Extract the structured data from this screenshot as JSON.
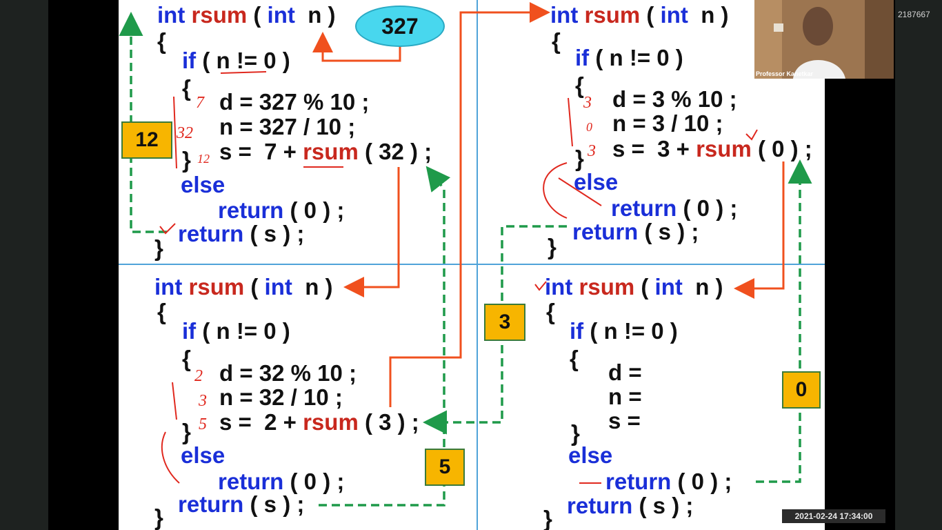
{
  "meeting": {
    "id": "2187667",
    "presenter": "Professor Kanetkar",
    "timestamp": "2021-02-24 17:34:00"
  },
  "slide": {
    "panel_tl": {
      "l1_kw": "int",
      "l1_fn": "rsum",
      "l1_rest": " ( ",
      "l1_kw2": "int",
      "l1_end": "  n )",
      "l2": "{",
      "l3_kw": "if",
      "l3_rest": " ( n != 0 )",
      "l4": "{",
      "l5": "d = 327 % 10 ;",
      "l6": "n = 327 / 10 ;",
      "l7_pre": "s =  7 + ",
      "l7_fn": "rsum",
      "l7_post": " ( 32 ) ;",
      "l8": "}",
      "l9_kw": "else",
      "l10_kw": "return",
      "l10_rest": " ( 0 ) ;",
      "l11_kw": "return",
      "l11_rest": " ( s ) ;",
      "l12": "}"
    },
    "panel_tr": {
      "l1_kw": "int",
      "l1_fn": "rsum",
      "l1_rest": " ( ",
      "l1_kw2": "int",
      "l1_end": "  n )",
      "l2": "{",
      "l3_kw": "if",
      "l3_rest": " ( n != 0 )",
      "l4": "{",
      "l5": "d = 3 % 10 ;",
      "l6": "n = 3 / 10 ;",
      "l7_pre": "s =  3 + ",
      "l7_fn": "rsum",
      "l7_post": " ( 0 ) ;",
      "l8": "}",
      "l9_kw": "else",
      "l10_kw": "return",
      "l10_rest": " ( 0 ) ;",
      "l11_kw": "return",
      "l11_rest": " ( s ) ;",
      "l12": "}"
    },
    "panel_bl": {
      "l1_kw": "int",
      "l1_fn": "rsum",
      "l1_rest": " ( ",
      "l1_kw2": "int",
      "l1_end": "  n )",
      "l2": "{",
      "l3_kw": "if",
      "l3_rest": " ( n != 0 )",
      "l4": "{",
      "l5": "d = 32 % 10 ;",
      "l6": "n = 32 / 10 ;",
      "l7_pre": "s =  2 + ",
      "l7_fn": "rsum",
      "l7_post": " ( 3 ) ;",
      "l8": "}",
      "l9_kw": "else",
      "l10_kw": "return",
      "l10_rest": " ( 0 ) ;",
      "l11_kw": "return",
      "l11_rest": " ( s ) ;",
      "l12": "}"
    },
    "panel_br": {
      "l1_kw": "int",
      "l1_fn": "rsum",
      "l1_rest": " ( ",
      "l1_kw2": "int",
      "l1_end": "  n )",
      "l2": "{",
      "l3_kw": "if",
      "l3_rest": " ( n != 0 )",
      "l4": "{",
      "l5": "d =",
      "l6": "n =",
      "l7": "s =",
      "l8": "}",
      "l9_kw": "else",
      "l10_kw": "return",
      "l10_rest": " ( 0 ) ;",
      "l11_kw": "return",
      "l11_rest": " ( s ) ;",
      "l12": "}"
    },
    "input_bubble": "327",
    "result_boxes": {
      "tl": "12",
      "bl": "5",
      "mid": "3",
      "br": "0"
    },
    "annotations": {
      "tl_d": "7",
      "tl_n": "32",
      "tl_s": "12",
      "tr_d": "3",
      "tr_n": "0",
      "tr_s": "3",
      "bl_d": "2",
      "bl_n": "3",
      "bl_s": "5"
    },
    "colors": {
      "keyword": "#1a2fd8",
      "function": "#c8281e",
      "call_arrow": "#f0501e",
      "return_arrow": "#1f9a4a",
      "box": "#f7b500",
      "bubble": "#48d7ee"
    }
  }
}
